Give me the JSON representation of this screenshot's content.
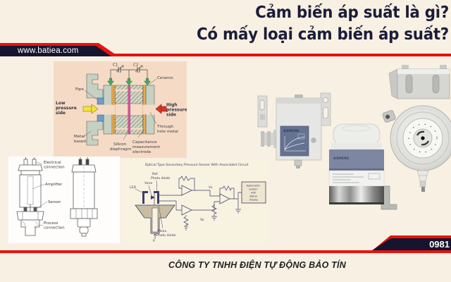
{
  "meta": {
    "background": "#f8f1e3",
    "accent_red": "#ec100d",
    "navy": "#15152f",
    "title_color": "#1c1c3a"
  },
  "header": {
    "website": "www.batiea.com",
    "title_line1": "Cảm biến áp suất là gì?",
    "title_line2": "Có mấy loại cảm biến áp suất?"
  },
  "footer": {
    "phone": "0981",
    "company": "CÔNG TY TNHH ĐIỆN TỰ ĐỘNG BẢO TÍN"
  },
  "cross_section": {
    "c1": "C1",
    "c2": "C2",
    "pipe": "Pipe",
    "ceramic": "Ceramic",
    "low_pressure": [
      "Low",
      "pressure",
      "side"
    ],
    "high_pressure": [
      "High",
      "pressure",
      "side"
    ],
    "metal_based": [
      "Metal",
      "based"
    ],
    "silicon_diaphragm": [
      "Silicon",
      "diaphragm"
    ],
    "capacitance_electrode": [
      "Capacitance",
      "measurement",
      "electrode"
    ],
    "through_hole": [
      "Through",
      "hole metal"
    ]
  },
  "transmitter": {
    "electrical": [
      "Electrical",
      "connection"
    ],
    "amplifier": "Amplifier",
    "sensor": "Sensor",
    "process": [
      "Process",
      "connection"
    ]
  },
  "circuit": {
    "title": "Optical Type Secondary Pressure Sensor With Associated Circuit",
    "led": "LED",
    "vane": "Vane",
    "ref_photodiode": [
      "Ref.",
      "Photo diode"
    ],
    "meas_photodiode": [
      "Meas.",
      "Photo diode"
    ],
    "vs": "Vs",
    "vo": "Vo",
    "p": "P",
    "display_box": [
      "Ratiometric",
      "system",
      "with",
      "digital",
      "display"
    ]
  },
  "products": {
    "brand_box": "SIEMENS",
    "brand_cylinder": "SIEMENS"
  }
}
